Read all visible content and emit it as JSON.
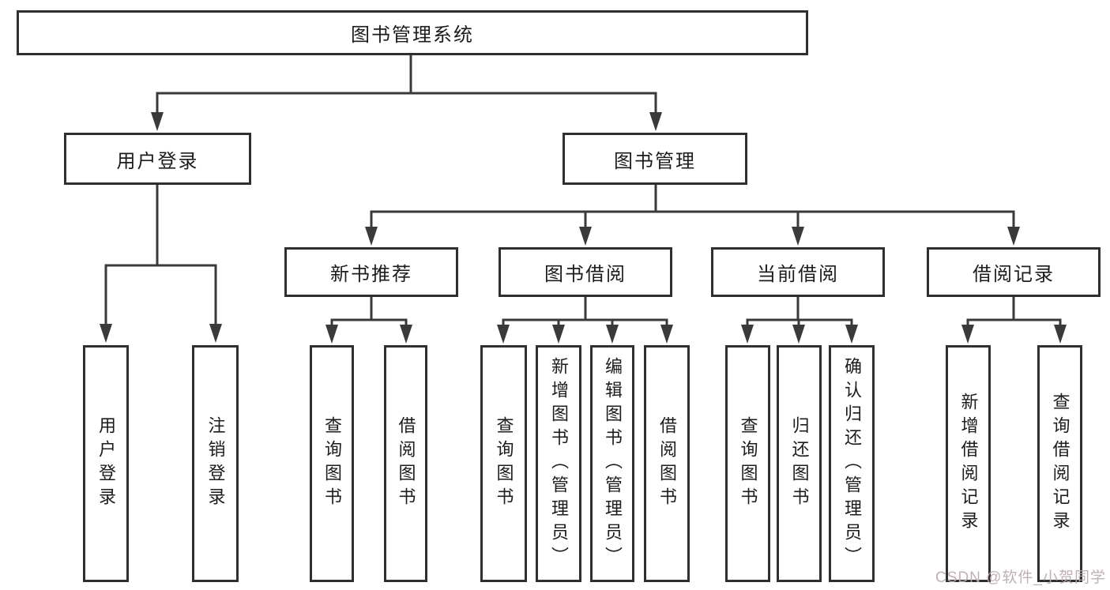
{
  "diagram": {
    "title": "图书管理系统",
    "watermark": "CSDN @软件_小贺同学",
    "colors": {
      "line": "#3a3a3a",
      "box_border": "#2f2f2f",
      "text": "#1c1c1c",
      "background": "#ffffff",
      "watermark": "#beacb2"
    }
  },
  "nodes": {
    "root": {
      "label": "图书管理系统"
    },
    "level2": [
      {
        "id": "user-login",
        "label": "用户登录"
      },
      {
        "id": "book-management",
        "label": "图书管理"
      }
    ],
    "level3": [
      {
        "id": "new-book-recommend",
        "label": "新书推荐"
      },
      {
        "id": "book-borrowing",
        "label": "图书借阅"
      },
      {
        "id": "current-borrowing",
        "label": "当前借阅"
      },
      {
        "id": "borrow-records",
        "label": "借阅记录"
      }
    ],
    "leaves": [
      {
        "id": "user-login-leaf",
        "label": "用户登录"
      },
      {
        "id": "logout-leaf",
        "label": "注销登录"
      },
      {
        "id": "nb-query-books",
        "label": "查询图书"
      },
      {
        "id": "nb-borrow-books",
        "label": "借阅图书"
      },
      {
        "id": "bb-query-books",
        "label": "查询图书"
      },
      {
        "id": "bb-add-books",
        "label": "新增图书（管理员）"
      },
      {
        "id": "bb-edit-books",
        "label": "编辑图书（管理员）"
      },
      {
        "id": "bb-borrow-books",
        "label": "借阅图书"
      },
      {
        "id": "cb-query-books",
        "label": "查询图书"
      },
      {
        "id": "cb-return-books",
        "label": "归还图书"
      },
      {
        "id": "cb-confirm-return",
        "label": "确认归还（管理员）"
      },
      {
        "id": "br-add-record",
        "label": "新增借阅记录"
      },
      {
        "id": "br-query-record",
        "label": "查询借阅记录"
      }
    ]
  }
}
